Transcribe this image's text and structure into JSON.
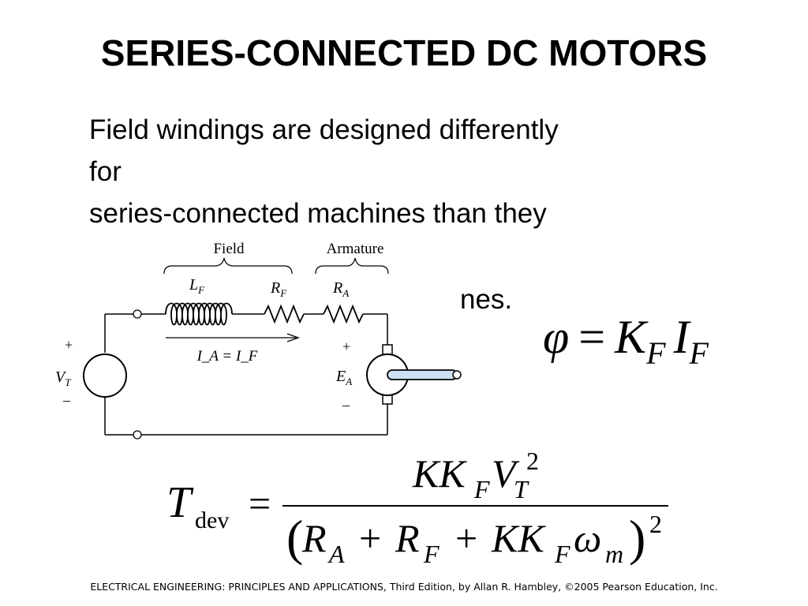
{
  "slide": {
    "title": "SERIES-CONNECTED DC MOTORS",
    "body_lines": [
      "Field windings are designed differently",
      "for",
      "series-connected machines than they"
    ],
    "partial_text": "nes.",
    "footer": "ELECTRICAL ENGINEERING: PRINCIPLES AND APPLICATIONS, Third Edition, by Allan R. Hambley, ©2005 Pearson Education, Inc."
  },
  "circuit": {
    "field_label": "Field",
    "armature_label": "Armature",
    "lf_main": "L",
    "lf_sub": "F",
    "rf_main": "R",
    "rf_sub": "F",
    "ra_main": "R",
    "ra_sub": "A",
    "current_label": "I_A = I_F",
    "source_plus": "+",
    "source_minus": "–",
    "vt_main": "V",
    "vt_sub": "T",
    "ea_plus": "+",
    "ea_minus": "–",
    "ea_main": "E",
    "ea_sub": "A"
  },
  "equations": {
    "flux": {
      "lhs": "φ",
      "op": "=",
      "k": "K",
      "k_sub": "F",
      "i": "I",
      "i_sub": "F"
    },
    "torque": {
      "lhs": "T",
      "lhs_sub": "dev",
      "op": "=",
      "num_kk": "KK",
      "num_f": "F",
      "num_v": "V",
      "num_t": "T",
      "num_exp": "2",
      "den_open": "(",
      "den_ra": "R",
      "den_a": "A",
      "plus1": "+",
      "den_rf": "R",
      "den_f": "F",
      "plus2": "+",
      "den_kk": "KK",
      "den_f2": "F",
      "den_w": "ω",
      "den_m": "m",
      "den_close": ")",
      "den_exp": "2"
    }
  },
  "colors": {
    "shaft_fill": "#cfe0f5"
  }
}
